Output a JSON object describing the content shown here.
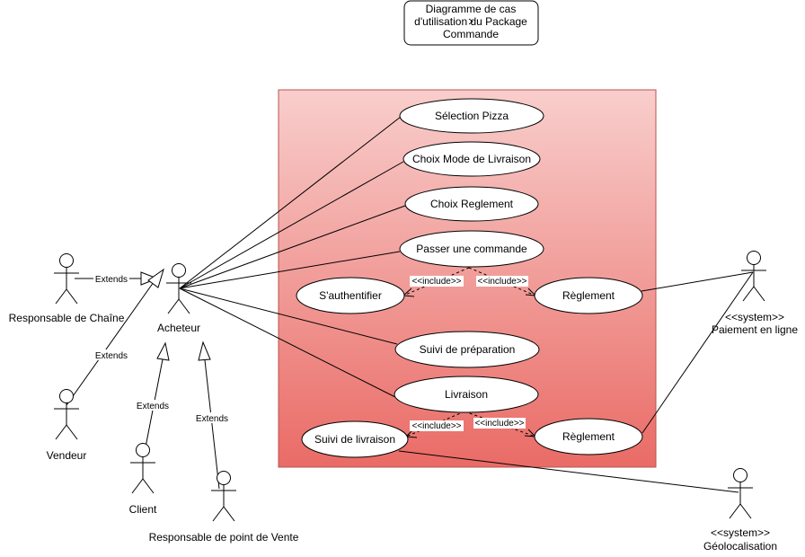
{
  "title": {
    "lines": [
      "Diagramme de cas",
      "d'utilisation du Package",
      "Commande"
    ]
  },
  "use_cases": {
    "selection_pizza": "Sélection Pizza",
    "choix_livraison": "Choix Mode de Livraison",
    "choix_reglement": "Choix Reglement",
    "passer_commande": "Passer une commande",
    "authentifier": "S'authentifier",
    "reglement_1": "Règlement",
    "suivi_preparation": "Suivi de préparation",
    "livraison": "Livraison",
    "suivi_livraison": "Suivi de livraison",
    "reglement_2": "Règlement"
  },
  "actors": {
    "acheteur": "Acheteur",
    "responsable_chaine": "Responsable de Chaîne",
    "vendeur": "Vendeur",
    "client": "Client",
    "responsable_pv": "Responsable de point de Vente",
    "paiement_stereo": "<<system>>",
    "paiement": "Paiement en ligne",
    "geo_stereo": "<<system>>",
    "geo": "Géolocalisation"
  },
  "relations": {
    "extends": "Extends",
    "include": "<<include>>"
  },
  "colors": {
    "boundary_top": "#f8cecc",
    "boundary_bottom": "#ea6b66",
    "boundary_border": "#b85450"
  }
}
